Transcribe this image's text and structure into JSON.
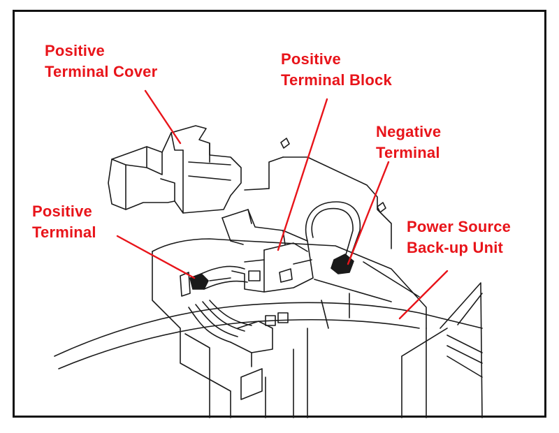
{
  "colors": {
    "label": "#e8141a",
    "leader": "#e8141a",
    "line_art": "#1a1a1a",
    "frame": "#111111",
    "background": "#ffffff"
  },
  "labels": {
    "positive_terminal_cover": {
      "line1": "Positive",
      "line2": "Terminal Cover"
    },
    "positive_terminal_block": {
      "line1": "Positive",
      "line2": "Terminal Block"
    },
    "negative_terminal": {
      "line1": "Negative",
      "line2": "Terminal"
    },
    "positive_terminal": {
      "line1": "Positive",
      "line2": "Terminal"
    },
    "power_source_backup_unit": {
      "line1": "Power Source",
      "line2": "Back-up Unit"
    }
  }
}
